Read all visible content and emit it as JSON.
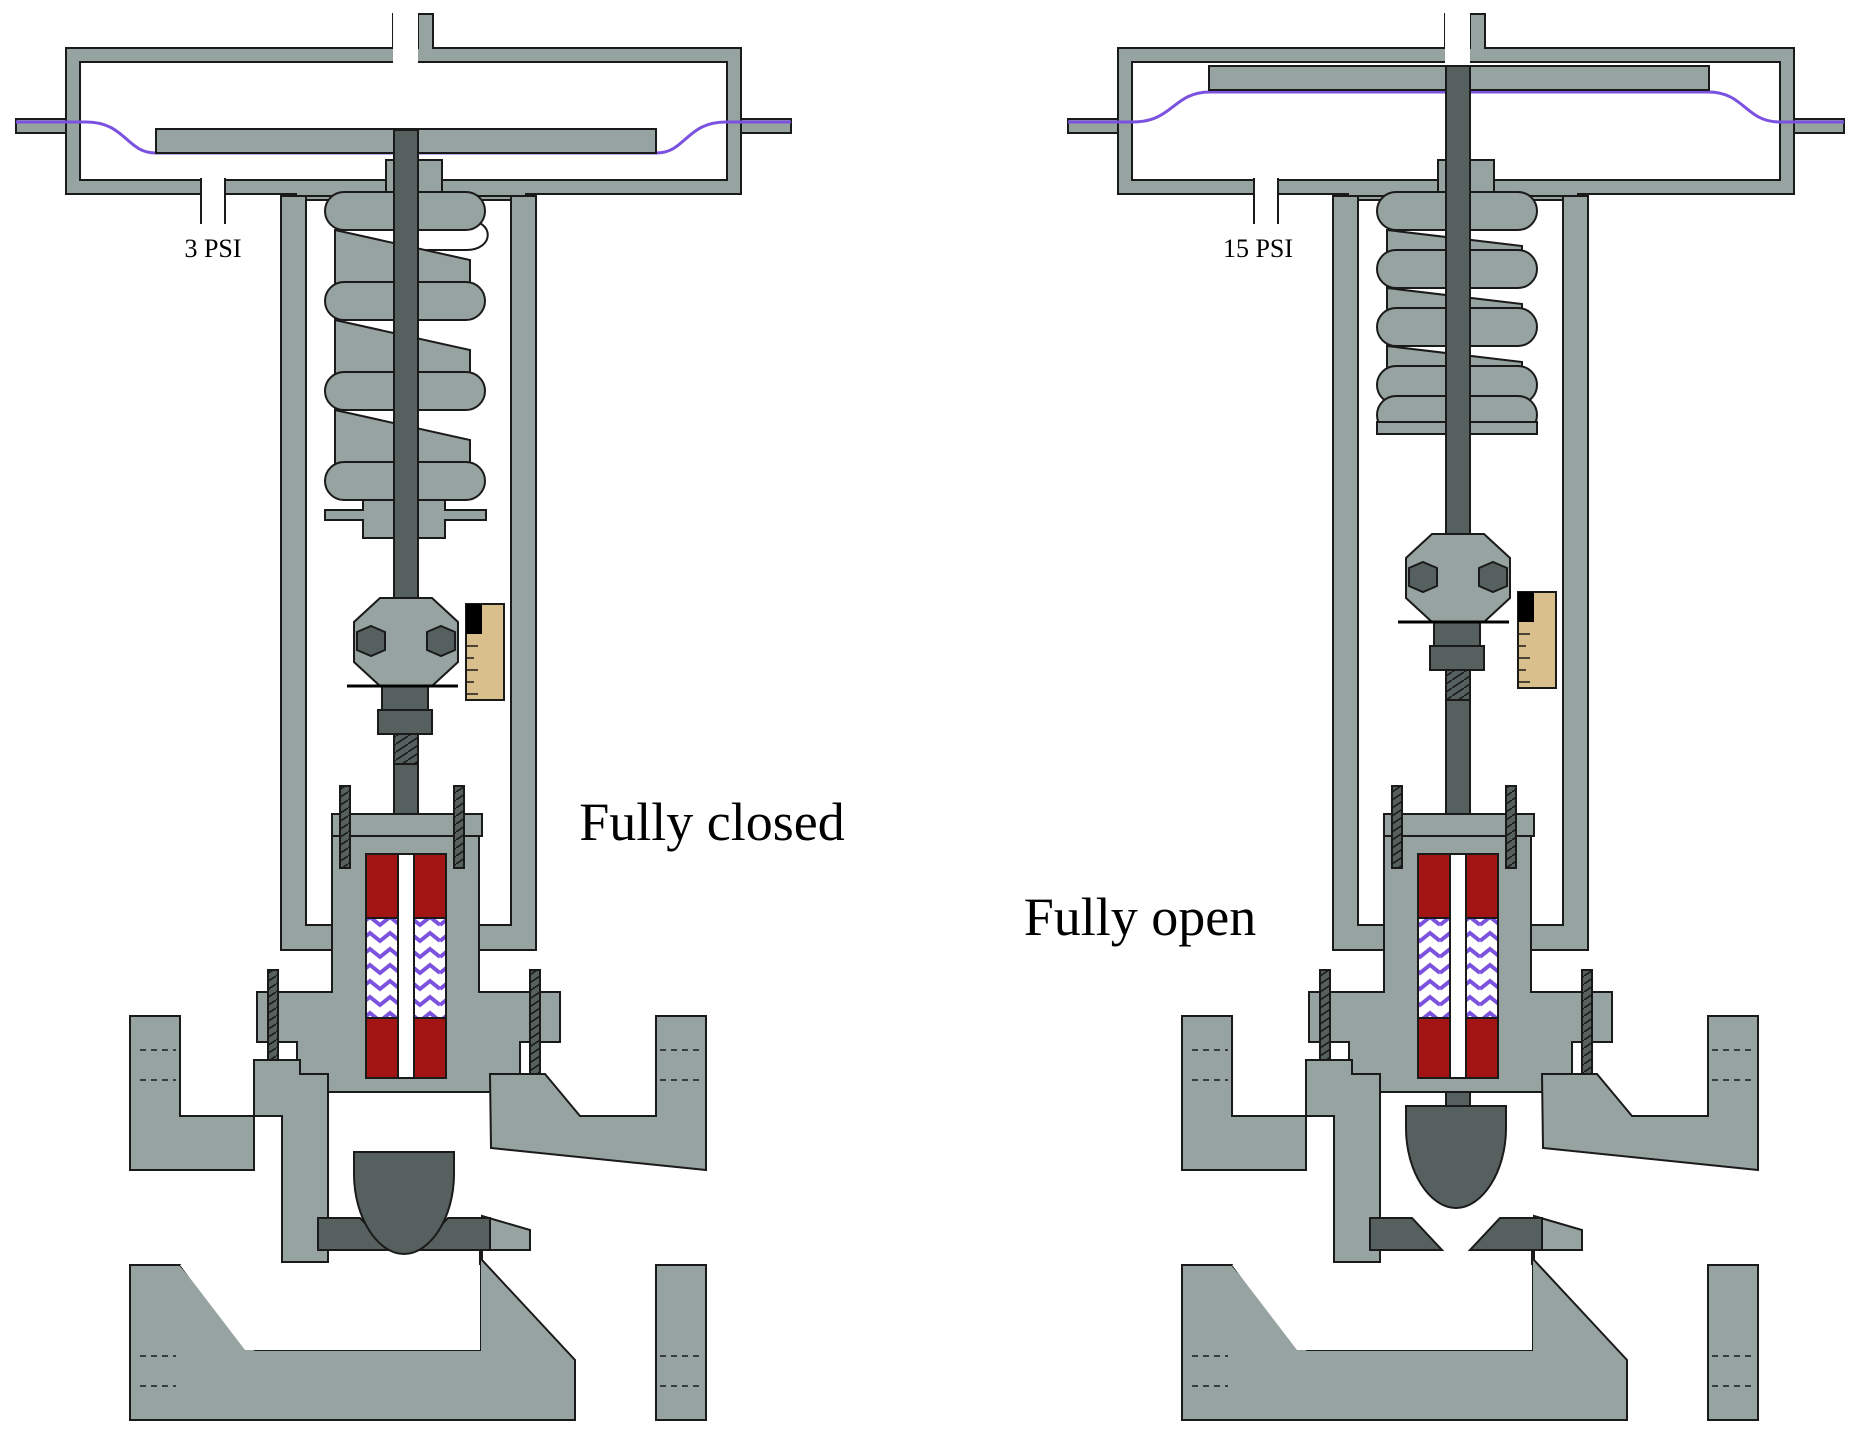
{
  "valves": [
    {
      "supply_pressure": "3 PSI",
      "state": "Fully closed",
      "stroke_fraction": 0
    },
    {
      "supply_pressure": "15 PSI",
      "state": "Fully open",
      "stroke_fraction": 1
    }
  ],
  "colors": {
    "metal": "#96a3a0",
    "dark_metal": "#56615f",
    "outline": "#1a1a1a",
    "diaphragm": "#7b52e0",
    "packing": "#a31515",
    "scale": "#d8bf8c",
    "background": "#ffffff"
  }
}
